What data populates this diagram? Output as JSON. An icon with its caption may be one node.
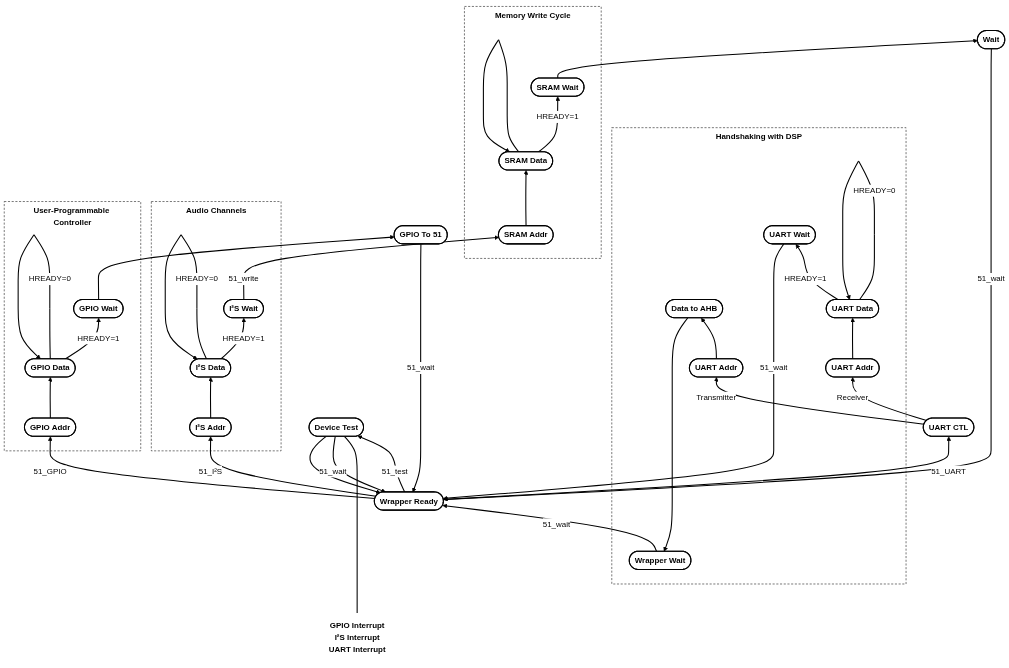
{
  "diagram": {
    "nodes": [
      {
        "text": [
          "Handshaking with DSP"
        ]
      },
      {
        "text": [
          "Wrapper Wait"
        ],
        "in": 0
      },
      {
        "text": [
          "Data to AHB"
        ],
        "in": 0
      },
      {
        "text": [
          "UART Addr"
        ],
        "in": 0
      },
      {
        "text": [
          "UART Addr"
        ],
        "in": 0
      },
      {
        "text": [
          "UART Data"
        ],
        "in": 0
      },
      {
        "text": [
          "UART Wait"
        ],
        "in": 0
      },
      {
        "text": [
          "UART CTL"
        ]
      },
      {
        "text": [
          "Wait"
        ]
      },
      {
        "text": [
          "GPIO To 51"
        ]
      },
      {
        "text": [
          "Wrapper Ready"
        ]
      },
      {
        "text": [
          "Memory Write Cycle"
        ]
      },
      {
        "text": [
          "SRAM Wait"
        ],
        "in": 11
      },
      {
        "text": [
          "SRAM Data"
        ],
        "in": 11
      },
      {
        "text": [
          "SRAM Addr"
        ],
        "in": 11
      },
      {
        "text": [
          "Audio Channels"
        ]
      },
      {
        "text": [
          "I²S Addr"
        ],
        "in": 15
      },
      {
        "text": [
          "I²S Data"
        ],
        "in": 15
      },
      {
        "text": [
          "I²S Wait"
        ],
        "in": 15
      },
      {
        "text": [
          "Device Test"
        ]
      },
      {
        "text": [
          "User-Programmable Controller"
        ]
      },
      {
        "text": [
          "GPIO Addr"
        ],
        "in": 20
      },
      {
        "text": [
          "GPIO Data"
        ],
        "in": 20
      },
      {
        "text": [
          "GPIO Wait"
        ],
        "in": 20
      },
      {
        "text": [
          "GPIO Interrupt",
          "I²S Interrupt",
          "UART Interrupt"
        ]
      }
    ],
    "edges": [
      {
        "from": 3,
        "to": 2,
        "arrow": "to"
      },
      {
        "from": 2,
        "to": 1,
        "arrow": "to"
      },
      {
        "from": 7,
        "to": 3,
        "arrow": "to",
        "label": "Transmitter"
      },
      {
        "from": 7,
        "to": 4,
        "arrow": "to",
        "label": "Receiver"
      },
      {
        "from": 4,
        "to": 5,
        "arrow": "to"
      },
      {
        "from": 5,
        "to": 5,
        "arrow": "to",
        "label": "HREADY=0"
      },
      {
        "from": 5,
        "to": 6,
        "arrow": "to",
        "label": "HREADY=1"
      },
      {
        "from": 1,
        "to": 10,
        "arrow": "to",
        "label": "51_wait"
      },
      {
        "from": 8,
        "to": 10,
        "arrow": "to",
        "label": "51_wait"
      },
      {
        "from": 6,
        "to": 10,
        "arrow": "to",
        "label": "51_wait"
      },
      {
        "from": 9,
        "to": 10,
        "arrow": "to",
        "label": "51_wait"
      },
      {
        "from": 10,
        "to": 7,
        "arrow": "to",
        "label": "51_UART"
      },
      {
        "from": 10,
        "to": 16,
        "arrow": "to",
        "label": "51_I²S"
      },
      {
        "from": 10,
        "to": 21,
        "arrow": "to",
        "label": "51_GPIO"
      },
      {
        "from": 19,
        "to": 10,
        "arrow": "to",
        "label": "51_wait"
      },
      {
        "from": 19,
        "to": 10,
        "arrow": "to"
      },
      {
        "from": 10,
        "to": 19,
        "arrow": "to",
        "label": "51_test"
      },
      {
        "from": 16,
        "to": 17,
        "arrow": "to"
      },
      {
        "from": 17,
        "to": 17,
        "arrow": "to",
        "label": "HREADY=0"
      },
      {
        "from": 17,
        "to": 18,
        "arrow": "to",
        "label": "HREADY=1"
      },
      {
        "from": 18,
        "to": 14,
        "arrow": "to",
        "label": "51_write"
      },
      {
        "from": 14,
        "to": 13,
        "arrow": "to"
      },
      {
        "from": 13,
        "to": 13,
        "arrow": "to"
      },
      {
        "from": 13,
        "to": 12,
        "arrow": "to",
        "label": "HREADY=1"
      },
      {
        "from": 12,
        "to": 8,
        "arrow": "to"
      },
      {
        "from": 21,
        "to": 22,
        "arrow": "to"
      },
      {
        "from": 22,
        "to": 22,
        "arrow": "to",
        "label": "HREADY=0"
      },
      {
        "from": 22,
        "to": 23,
        "arrow": "to",
        "label": "HREADY=1"
      },
      {
        "from": 23,
        "to": 9,
        "arrow": "to"
      },
      {
        "from": 24,
        "to": 19,
        "arrow": "none"
      }
    ]
  }
}
